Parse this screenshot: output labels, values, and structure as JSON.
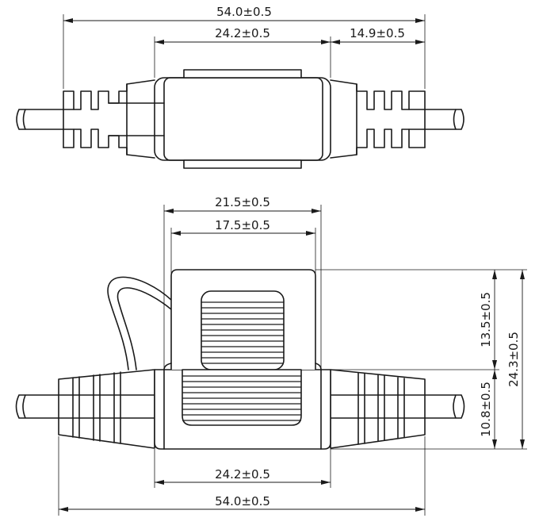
{
  "top_view": {
    "overall_length": "54.0±0.5",
    "body_length": "24.2±0.5",
    "side_length": "14.9±0.5"
  },
  "bottom_view": {
    "cover_width_outer": "21.5±0.5",
    "cover_width_inner": "17.5±0.5",
    "cover_height": "13.5±0.5",
    "total_height": "24.3±0.5",
    "base_height": "10.8±0.5",
    "body_length": "24.2±0.5",
    "overall_length": "54.0±0.5"
  }
}
